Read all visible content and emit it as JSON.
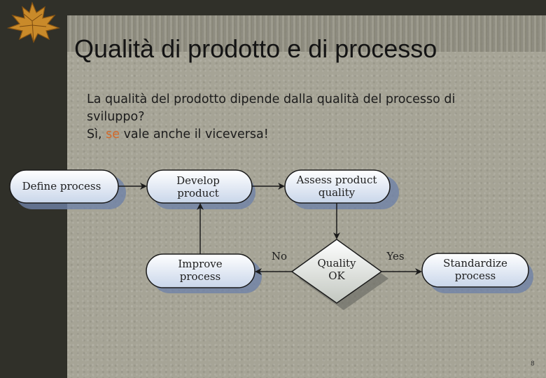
{
  "slide": {
    "title": "Qualità di prodotto e di processo",
    "line1": "La qualità del prodotto dipende dalla qualità del processo di",
    "line2": "sviluppo?",
    "line3_start": "Sì, ",
    "line3_emph": "se",
    "line3_end": " vale anche il viceversa!",
    "page_number": "8"
  },
  "diagram": {
    "nodes": {
      "define": "Define process",
      "develop_1": "Develop",
      "develop_2": "product",
      "assess_1": "Assess product",
      "assess_2": "quality",
      "improve_1": "Improve",
      "improve_2": "process",
      "decision_1": "Quality",
      "decision_2": "OK",
      "standardize_1": "Standardize",
      "standardize_2": "process"
    },
    "edge_labels": {
      "no": "No",
      "yes": "Yes"
    }
  },
  "colors": {
    "node_fill_top": "#ffffff",
    "node_fill_bottom": "#c9d6ea",
    "node_shadow": "#6f82a8",
    "text_emphasis": "#d2692a"
  }
}
